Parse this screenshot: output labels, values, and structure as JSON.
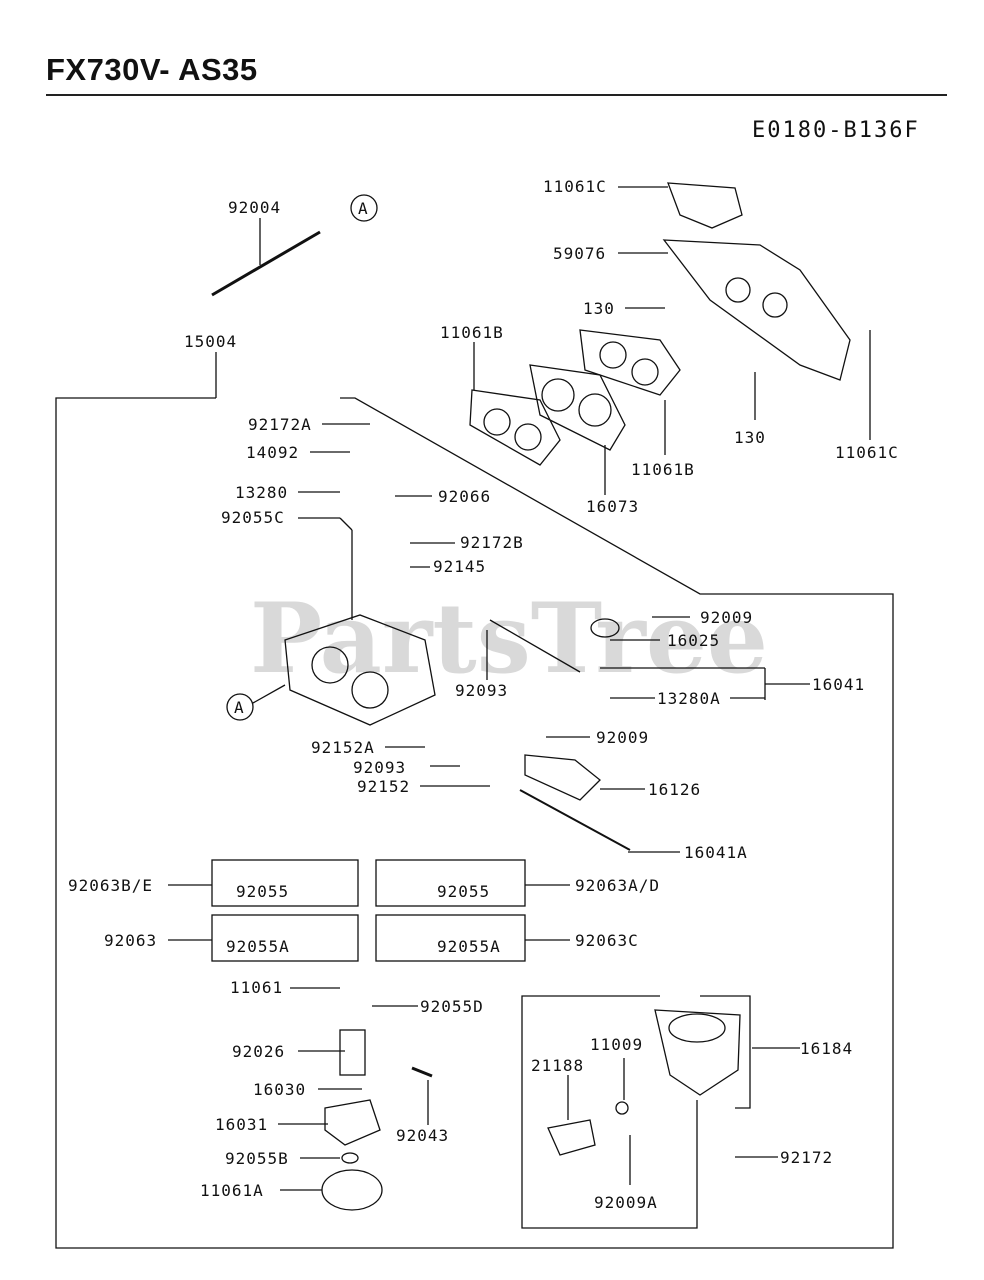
{
  "header": {
    "title": "FX730V- AS35",
    "diagram_code": "E0180-B136F"
  },
  "watermark": "PartsTree",
  "callout_marker": "A",
  "part_labels": {
    "p92004": "92004",
    "p15004": "15004",
    "p11061C_top": "11061C",
    "p59076": "59076",
    "p130_top": "130",
    "p11061B_left": "11061B",
    "p130_right": "130",
    "p11061C_right": "11061C",
    "p11061B_mid": "11061B",
    "p16073": "16073",
    "p92172A": "92172A",
    "p14092": "14092",
    "p13280": "13280",
    "p92066": "92066",
    "p92055C": "92055C",
    "p92172B": "92172B",
    "p92145": "92145",
    "p92009_a": "92009",
    "p16025": "16025",
    "p92093_a": "92093",
    "p16041": "16041",
    "p13280A": "13280A",
    "p92152A": "92152A",
    "p92009_b": "92009",
    "p92093_b": "92093",
    "p92152": "92152",
    "p16126": "16126",
    "p16041A": "16041A",
    "p92063BE": "92063B/E",
    "p92055_l": "92055",
    "p92055_r": "92055",
    "p92063AD": "92063A/D",
    "p92063": "92063",
    "p92055A_l": "92055A",
    "p92055A_r": "92055A",
    "p92063C": "92063C",
    "p11061": "11061",
    "p92055D": "92055D",
    "p92026": "92026",
    "p16030": "16030",
    "p92043": "92043",
    "p16031": "16031",
    "p92055B": "92055B",
    "p11061A": "11061A",
    "p21188": "21188",
    "p11009": "11009",
    "p16184": "16184",
    "p92172": "92172",
    "p92009A": "92009A"
  }
}
